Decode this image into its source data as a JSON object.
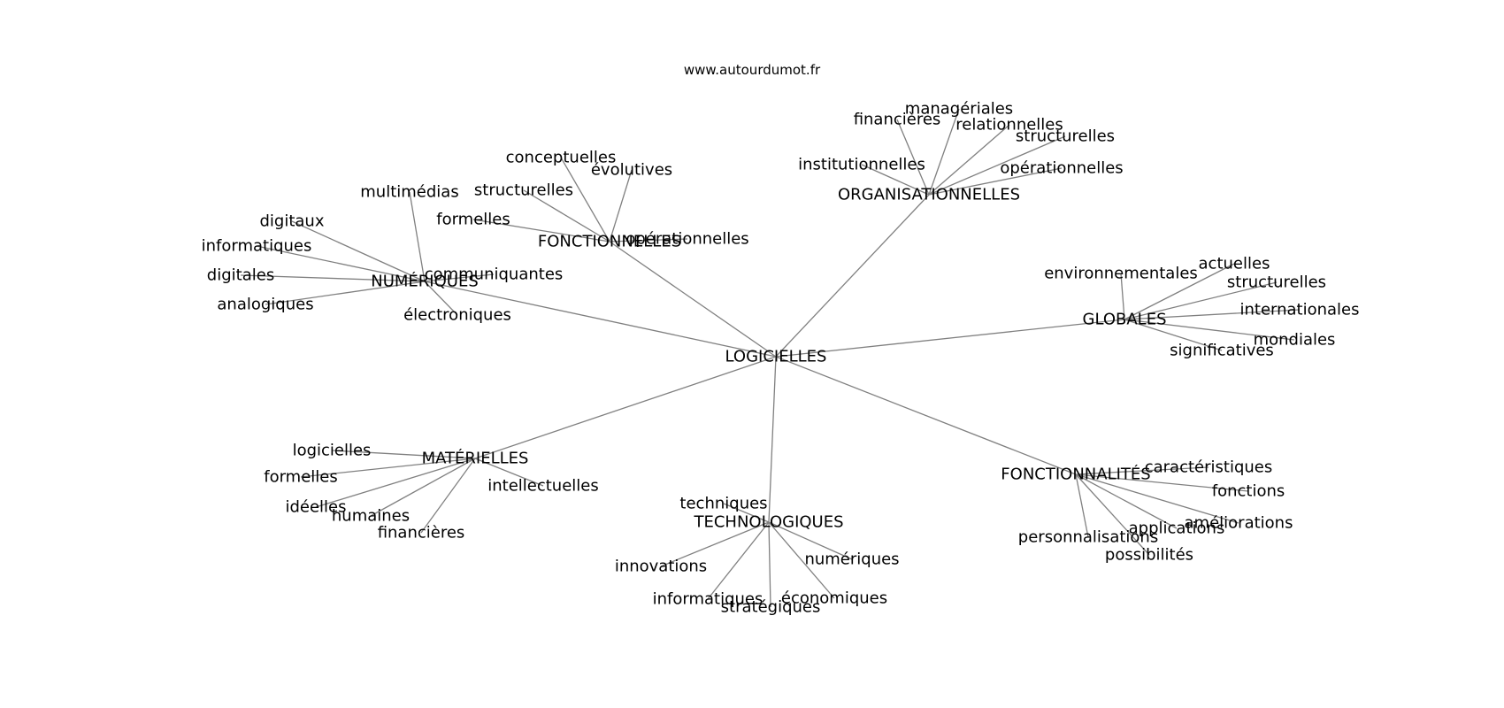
{
  "source_label": "www.autourdumot.fr",
  "colors": {
    "edge": "#808080",
    "text": "#000000",
    "background": "#ffffff"
  },
  "root": "LOGICIELLES",
  "hubs": [
    {
      "id": "numeriques",
      "label": "NUMÉRIQUES",
      "leaves": [
        "multimédias",
        "digitaux",
        "informatiques",
        "digitales",
        "analogiques",
        "électroniques",
        "communiquantes"
      ]
    },
    {
      "id": "fonctionnelles",
      "label": "FONCTIONNELLES",
      "leaves": [
        "conceptuelles",
        "évolutives",
        "structurelles",
        "formelles",
        "opérationnelles"
      ]
    },
    {
      "id": "organisationnelles",
      "label": "ORGANISATIONNELLES",
      "leaves": [
        "managériales",
        "financières",
        "relationnelles",
        "structurelles",
        "institutionnelles",
        "opérationnelles"
      ]
    },
    {
      "id": "globales",
      "label": "GLOBALES",
      "leaves": [
        "environnementales",
        "actuelles",
        "structurelles",
        "internationales",
        "mondiales",
        "significatives"
      ]
    },
    {
      "id": "materielles",
      "label": "MATÉRIELLES",
      "leaves": [
        "logicielles",
        "formelles",
        "idéelles",
        "humaines",
        "financières",
        "intellectuelles"
      ]
    },
    {
      "id": "technologiques",
      "label": "TECHNOLOGIQUES",
      "leaves": [
        "techniques",
        "innovations",
        "informatiques",
        "stratégiques",
        "économiques",
        "numériques"
      ]
    },
    {
      "id": "fonctionnalites",
      "label": "FONCTIONNALITÉS",
      "leaves": [
        "caractéristiques",
        "fonctions",
        "améliorations",
        "applications",
        "possibilités",
        "personnalisations"
      ]
    }
  ]
}
